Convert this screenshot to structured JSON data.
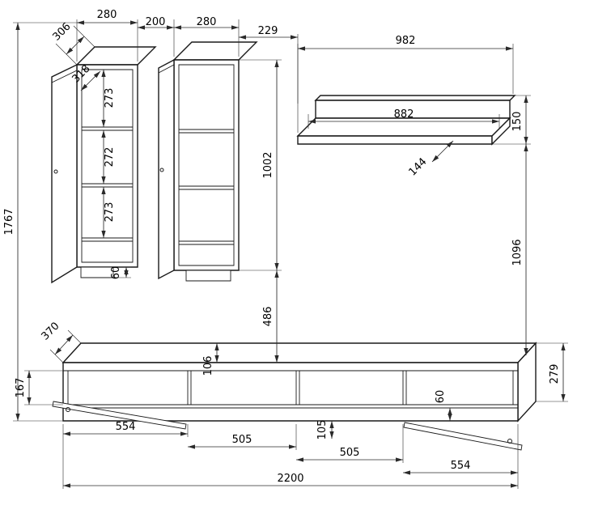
{
  "drawing": {
    "top_chain": {
      "cab1_width": "280",
      "gap_between": "200",
      "cab2_width": "280",
      "gap_to_shelf": "229"
    },
    "cabinet_left": {
      "depth": "306",
      "inner_depth": "318",
      "compartment_1": "273",
      "compartment_2": "272",
      "compartment_3": "273",
      "plinth": "60"
    },
    "cabinet_right": {
      "height": "1002",
      "gap_below": "486"
    },
    "wall_shelf": {
      "width": "982",
      "inner_width": "882",
      "board_depth": "144",
      "height": "150",
      "gap_to_stand": "1096"
    },
    "overall": {
      "total_height": "1767"
    },
    "tv_stand": {
      "depth": "370",
      "niche_height": "167",
      "top_height": "106",
      "rail_height": "60",
      "flap_height": "105",
      "section_1": "554",
      "section_2": "505",
      "section_3": "505",
      "section_4": "554",
      "total_width": "2200",
      "side_height": "279"
    }
  }
}
